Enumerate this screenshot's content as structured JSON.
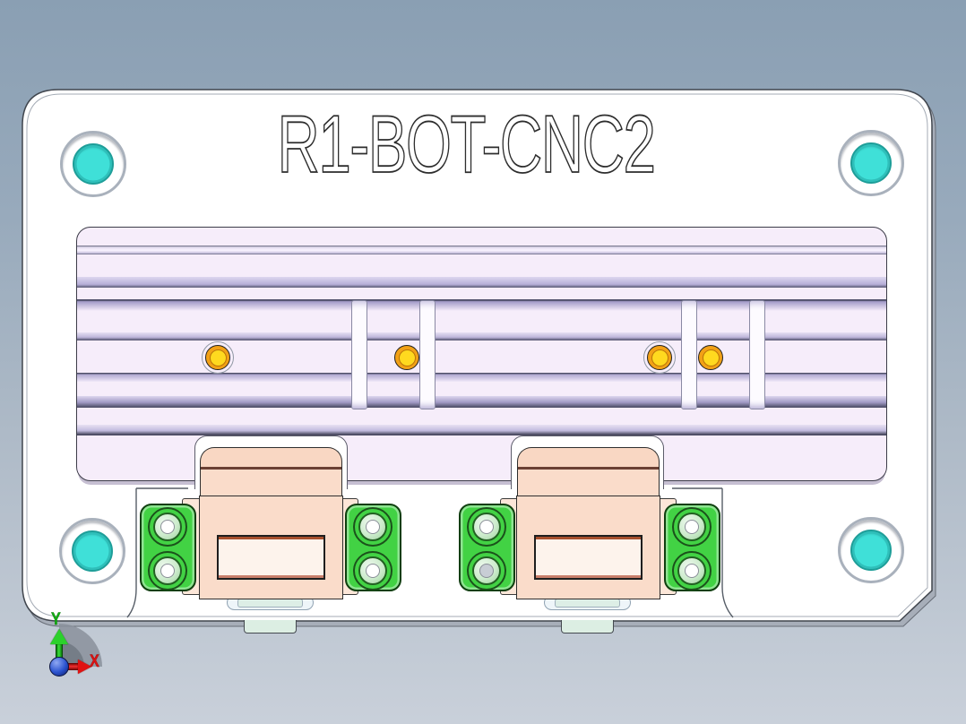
{
  "viewport": {
    "description": "CAD 3D viewport showing CNC fixture plate, top view",
    "part": {
      "engraved_title": "R1-BOT-CNC2",
      "corner_hole_count": 4,
      "clamp_count": 2,
      "locator_button_count": 4,
      "green_block_count": 4
    },
    "axis_triad": {
      "x_label": "X",
      "y_label": "Y"
    },
    "colors": {
      "background_top": "#8a9fb3",
      "background_bottom": "#c9d0da",
      "plate_white": "#ffffff",
      "plate_edge_gray": "#a7aeb9",
      "panel_lavender": "#f6edfa",
      "hole_cyan": "#3fe0d8",
      "button_yellow": "#ffd91f",
      "button_ring_orange": "#f2a116",
      "clamp_pink": "#fadcca",
      "clamp_slot_edge": "#a8512e",
      "block_green": "#42d244",
      "handle_mint": "#ddeee6",
      "axis_x_red": "#e01212",
      "axis_y_green": "#2bd12b",
      "origin_blue": "#2a52cf"
    }
  }
}
